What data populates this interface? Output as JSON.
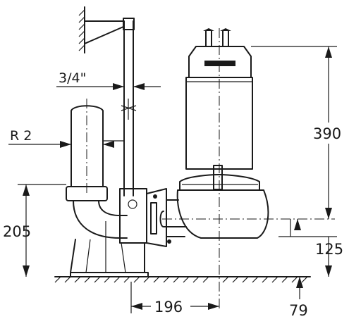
{
  "dimensions": {
    "pipe_size": "3/4\"",
    "thread": "R 2",
    "pump_height": "390",
    "inlet_height": "205",
    "outlet_height": "125",
    "foot_offset": "196",
    "base_clearance": "79"
  },
  "colors": {
    "line": "#1a1a1a",
    "background": "#ffffff"
  },
  "icons": {
    "arrow": "filled-triangle-arrowhead",
    "ground": "hatched-floor",
    "wall": "hatched-wall"
  }
}
